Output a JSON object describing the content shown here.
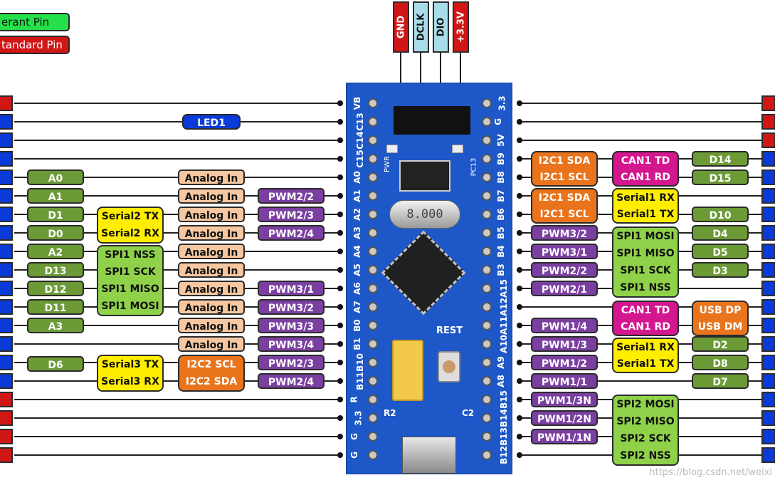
{
  "legend": {
    "tolerant": "erant Pin",
    "standard": "tandard Pin",
    "tolerant_color": "#26e04a",
    "standard_color": "#d11616"
  },
  "header_pins": [
    "GND",
    "DCLK",
    "DIO",
    "+3.3V"
  ],
  "board": {
    "left_pins": [
      "VB",
      "C13",
      "C14",
      "C15",
      "A0",
      "A1",
      "A2",
      "A3",
      "A4",
      "A5",
      "A6",
      "A7",
      "B0",
      "B1",
      "B10",
      "B11",
      "R",
      "3.3",
      "G",
      "G"
    ],
    "right_pins": [
      "3.3",
      "G",
      "5V",
      "B9",
      "B8",
      "B7",
      "B6",
      "B5",
      "B4",
      "B3",
      "A15",
      "A12",
      "A11",
      "A10",
      "A9",
      "A8",
      "B15",
      "B14",
      "B13",
      "B12"
    ],
    "crystal": "8.000",
    "reset": "REST",
    "pwr": "PWR",
    "pc13": "PC13",
    "r2": "R2",
    "c2": "C2",
    "board_color": "#1e58c8"
  },
  "left": {
    "led": "LED1",
    "arduino": [
      "A0",
      "A1",
      "D1",
      "D0",
      "A2",
      "D13",
      "D12",
      "D11",
      "A3"
    ],
    "arduino_d6": "D6",
    "serial2": [
      "Serial2 TX",
      "Serial2 RX"
    ],
    "spi1": [
      "SPI1 NSS",
      "SPI1 SCK",
      "SPI1 MISO",
      "SPI1 MOSI"
    ],
    "serial3": [
      "Serial3 TX",
      "Serial3 RX"
    ],
    "analog": [
      "Analog In",
      "Analog In",
      "Analog In",
      "Analog In",
      "Analog In",
      "Analog In",
      "Analog In",
      "Analog In",
      "Analog In",
      "Analog In"
    ],
    "i2c2": [
      "I2C2 SCL",
      "I2C2 SDA"
    ],
    "pwm": [
      "PWM2/2",
      "PWM2/3",
      "PWM2/4",
      "PWM3/1",
      "PWM3/2",
      "PWM3/3",
      "PWM3/4",
      "PWM2/3",
      "PWM2/4"
    ]
  },
  "right": {
    "i2c1_a": [
      "I2C1 SDA",
      "I2C1 SCL"
    ],
    "i2c1_b": [
      "I2C1 SDA",
      "I2C1 SCL"
    ],
    "can1_a": [
      "CAN1 TD",
      "CAN1 RD"
    ],
    "can1_b": [
      "CAN1 TD",
      "CAN1 RD"
    ],
    "serial1_a": [
      "Serial1 RX",
      "Serial1 TX"
    ],
    "serial1_b": [
      "Serial1 RX",
      "Serial1 TX"
    ],
    "spi1": [
      "SPI1 MOSI",
      "SPI1 MISO",
      "SPI1 SCK",
      "SPI1 NSS"
    ],
    "spi2": [
      "SPI2 MOSI",
      "SPI2 MISO",
      "SPI2 SCK",
      "SPI2 NSS"
    ],
    "usb": [
      "USB DP",
      "USB DM"
    ],
    "pwm": [
      "PWM3/2",
      "PWM3/1",
      "PWM2/2",
      "PWM2/1",
      "PWM1/4",
      "PWM1/3",
      "PWM1/2",
      "PWM1/1",
      "PWM1/3N",
      "PWM1/2N",
      "PWM1/1N"
    ],
    "arduino": [
      "D14",
      "D15",
      "D10",
      "D4",
      "D5",
      "D3",
      "D2",
      "D8",
      "D7"
    ]
  },
  "watermark": "https://blog.csdn.net/weixi"
}
